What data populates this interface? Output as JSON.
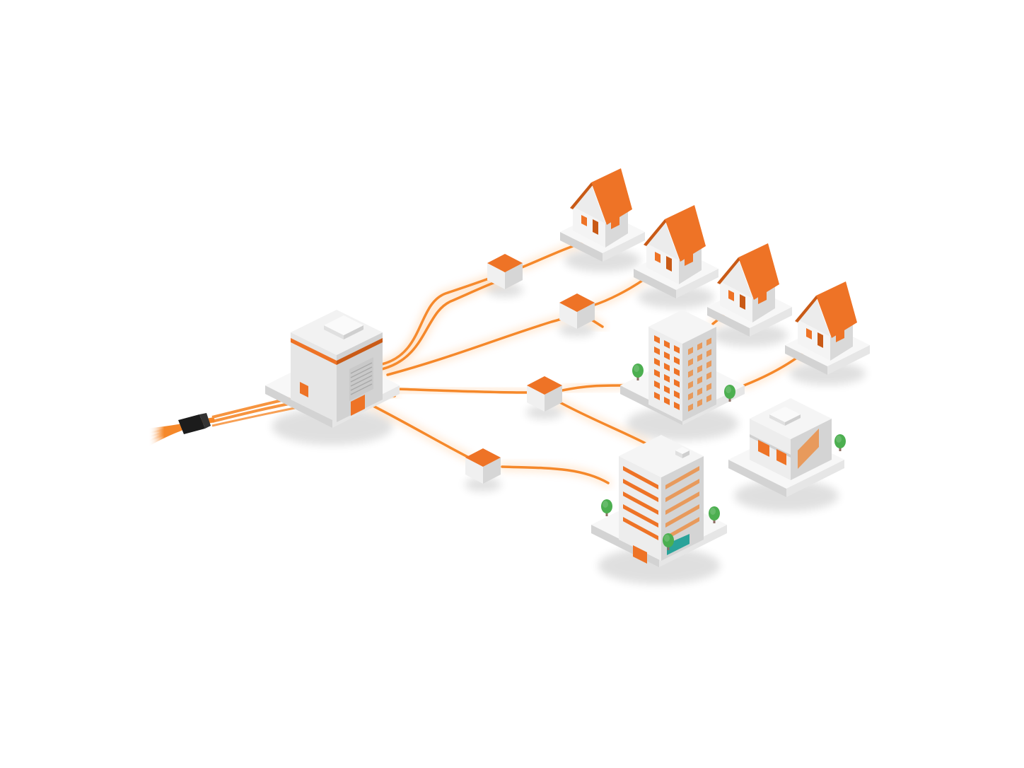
{
  "diagram": {
    "kind": "fiber-optic network distribution (isometric illustration)",
    "palette": {
      "background": "#ffffff",
      "cable": "#f5882a",
      "cable_glow": "#ffb066",
      "roof": "#ee7326",
      "roof_dark": "#c95a16",
      "wall_light": "#f4f4f4",
      "wall_shade": "#d9d9d9",
      "base_top": "#f7f7f7",
      "base_side": "#d3d3d3",
      "tree": "#4caf50",
      "glass": "#2aa39a",
      "connector": "#1c1c1c"
    },
    "nodes": [
      {
        "id": "feeder-cable",
        "type": "trunk-cable"
      },
      {
        "id": "central-office",
        "type": "exchange-building"
      },
      {
        "id": "splitter-1",
        "type": "splitter-box"
      },
      {
        "id": "splitter-2",
        "type": "splitter-box"
      },
      {
        "id": "splitter-3",
        "type": "splitter-box"
      },
      {
        "id": "splitter-4",
        "type": "splitter-box"
      },
      {
        "id": "house-1",
        "type": "house"
      },
      {
        "id": "house-2",
        "type": "house"
      },
      {
        "id": "house-3",
        "type": "house"
      },
      {
        "id": "house-4",
        "type": "house"
      },
      {
        "id": "apartment-block",
        "type": "apartment-building"
      },
      {
        "id": "office-block",
        "type": "office-building"
      },
      {
        "id": "townhouse",
        "type": "small-building"
      }
    ],
    "links": [
      [
        "feeder-cable",
        "central-office"
      ],
      [
        "central-office",
        "splitter-1"
      ],
      [
        "central-office",
        "splitter-2"
      ],
      [
        "central-office",
        "splitter-3"
      ],
      [
        "central-office",
        "splitter-4"
      ],
      [
        "splitter-1",
        "house-1"
      ],
      [
        "splitter-2",
        "house-2"
      ],
      [
        "splitter-2",
        "house-3"
      ],
      [
        "splitter-3",
        "apartment-block"
      ],
      [
        "splitter-3",
        "office-block"
      ],
      [
        "apartment-block",
        "house-4"
      ],
      [
        "splitter-4",
        "office-block"
      ]
    ]
  }
}
